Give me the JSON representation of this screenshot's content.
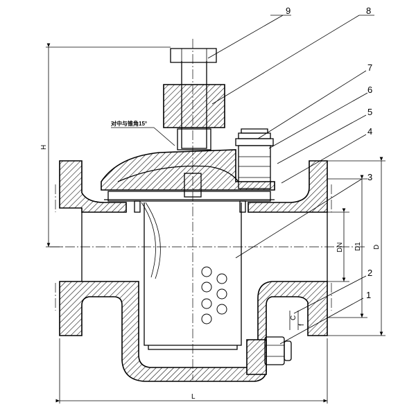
{
  "callouts": [
    "1",
    "2",
    "3",
    "4",
    "5",
    "6",
    "7",
    "8",
    "9"
  ],
  "dimensions": {
    "height": "H",
    "length": "L",
    "nominal": "DN",
    "d1": "D1",
    "d": "D",
    "c": "C",
    "f": "f"
  },
  "note": "对中与锥角15°"
}
